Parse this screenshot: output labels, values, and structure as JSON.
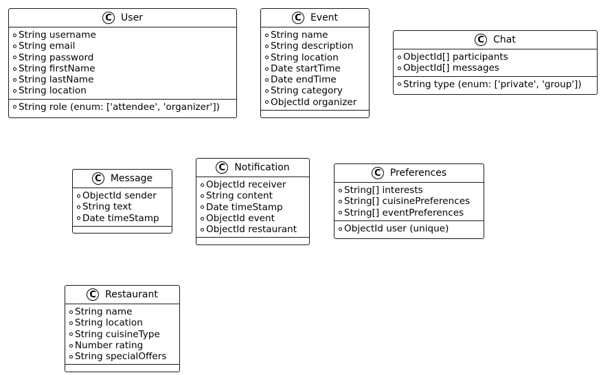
{
  "class_badge": "C",
  "classes": {
    "user": {
      "name": "User",
      "fields": [
        "String username",
        "String email",
        "String password",
        "String firstName",
        "String lastName",
        "String location"
      ],
      "methods": [
        "String role (enum: ['attendee', 'organizer'])"
      ]
    },
    "event": {
      "name": "Event",
      "fields": [
        "String name",
        "String description",
        "String location",
        "Date startTime",
        "Date endTime",
        "String category",
        "ObjectId organizer"
      ],
      "methods": []
    },
    "chat": {
      "name": "Chat",
      "fields": [
        "ObjectId[] participants",
        "ObjectId[] messages"
      ],
      "methods": [
        "String type (enum: ['private', 'group'])"
      ]
    },
    "message": {
      "name": "Message",
      "fields": [
        "ObjectId sender",
        "String text",
        "Date timeStamp"
      ],
      "methods": []
    },
    "notification": {
      "name": "Notification",
      "fields": [
        "ObjectId receiver",
        "String content",
        "Date timeStamp",
        "ObjectId event",
        "ObjectId restaurant"
      ],
      "methods": []
    },
    "preferences": {
      "name": "Preferences",
      "fields": [
        "String[] interests",
        "String[] cuisinePreferences",
        "String[] eventPreferences"
      ],
      "methods": [
        "ObjectId user (unique)"
      ]
    },
    "restaurant": {
      "name": "Restaurant",
      "fields": [
        "String name",
        "String location",
        "String cuisineType",
        "Number rating",
        "String specialOffers"
      ],
      "methods": []
    }
  }
}
